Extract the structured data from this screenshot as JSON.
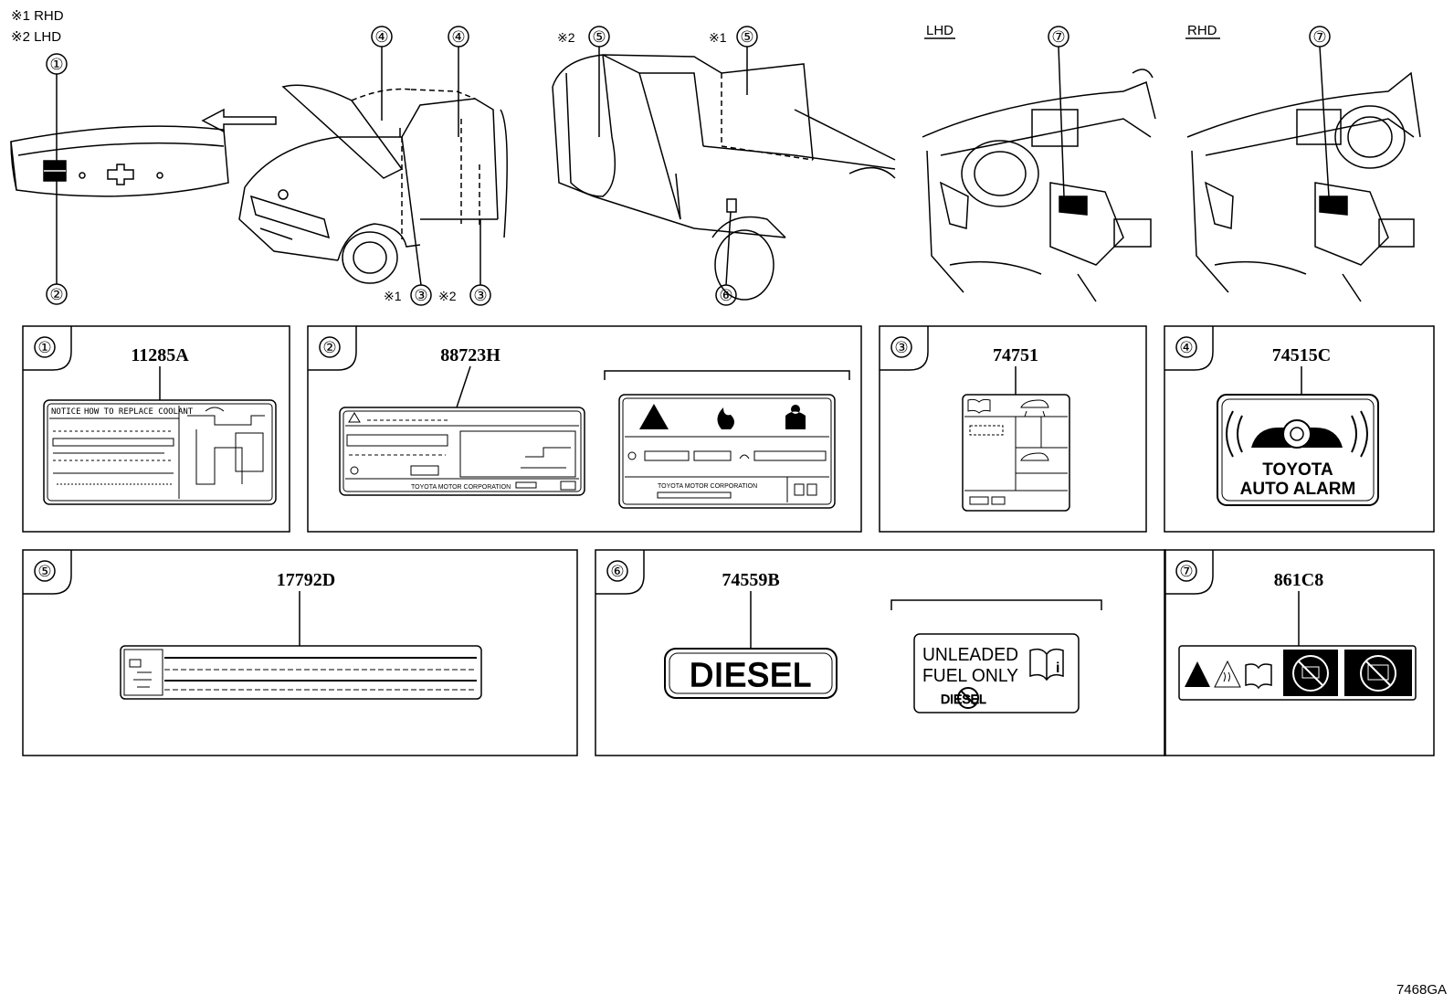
{
  "legend": {
    "rhd": "※1 RHD",
    "lhd": "※2 LHD"
  },
  "top_labels": {
    "lhd": "LHD",
    "rhd": "RHD",
    "mark1": "※1",
    "mark2": "※2"
  },
  "callouts": [
    "①",
    "②",
    "③",
    "④",
    "⑤",
    "⑥",
    "⑦"
  ],
  "panels": [
    {
      "num": "①",
      "part": "11285A"
    },
    {
      "num": "②",
      "part": "88723H"
    },
    {
      "num": "③",
      "part": "74751"
    },
    {
      "num": "④",
      "part": "74515C"
    },
    {
      "num": "⑤",
      "part": "17792D"
    },
    {
      "num": "⑥",
      "part": "74559B"
    },
    {
      "num": "⑦",
      "part": "861C8"
    }
  ],
  "labels": {
    "coolant_notice": "NOTICE",
    "coolant_title": "HOW TO REPLACE COOLANT",
    "toyota_corp": "TOYOTA MOTOR CORPORATION",
    "toyota_corp_short": "TOYOTA MOTOR CORPORATION",
    "alarm_line1": "TOYOTA",
    "alarm_line2": "AUTO ALARM",
    "diesel": "DIESEL",
    "unleaded_line1": "UNLEADED",
    "unleaded_line2": "FUEL ONLY",
    "diesel_crossed": "DIESEL"
  },
  "figure_code": "7468GA"
}
